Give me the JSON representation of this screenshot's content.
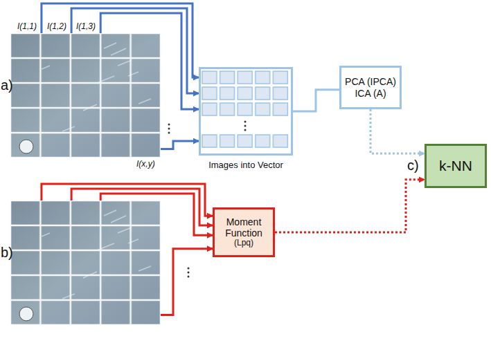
{
  "diagram": {
    "nodes": [
      {
        "text": [
          "a)"
        ]
      },
      {
        "text": [
          "Images into Vector"
        ]
      },
      {
        "text": [
          "PCA (IPCA)",
          "ICA (A)"
        ]
      },
      {
        "text": [
          "c)",
          "k-NN"
        ]
      },
      {
        "text": [
          "b)"
        ]
      },
      {
        "text": [
          "Moment Function",
          "(Lpq)"
        ]
      }
    ],
    "edges": [
      {
        "from": 0,
        "to": 1,
        "arrow": "to"
      },
      {
        "from": 1,
        "to": 2,
        "arrow": "none"
      },
      {
        "from": 2,
        "to": 3,
        "arrow": "to"
      },
      {
        "from": 4,
        "to": 5,
        "arrow": "to"
      },
      {
        "from": 5,
        "to": 3,
        "arrow": "to"
      }
    ],
    "labels": [
      "I(1,1)",
      "I(1,2)",
      "I(1,3)",
      "I(x,y)"
    ]
  }
}
